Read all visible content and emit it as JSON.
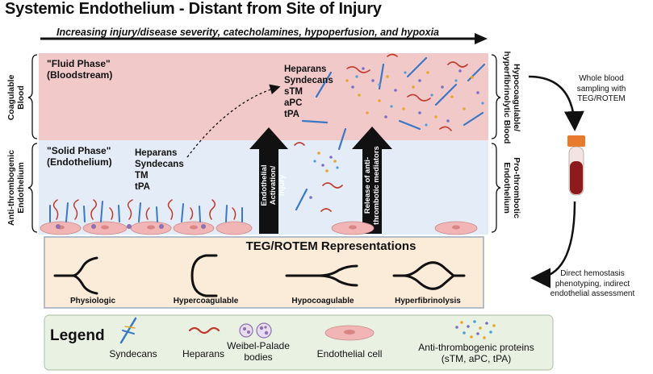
{
  "title": "Systemic Endothelium - Distant from Site of Injury",
  "severity_arrow_caption": "Increasing injury/disease severity, catecholamines, hypoperfusion, and hypoxia",
  "fluid_phase": {
    "label": "\"Fluid Phase\"\n(Bloodstream)"
  },
  "solid_phase": {
    "label": "\"Solid Phase\"\n(Endothelium)"
  },
  "endothelium_molecules": [
    "Heparans",
    "Syndecans",
    "TM",
    "tPA"
  ],
  "bloodstream_molecules": [
    "Heparans",
    "Syndecans",
    "sTM",
    "aPC",
    "tPA"
  ],
  "left_labels": {
    "coagulable_blood": "Coagulable\nBlood",
    "antithrombogenic": "Anti-thrombogenic\nEndothelium"
  },
  "right_labels": {
    "hypocoagulable": "Hypocoagulable/\nhyperfibrinolytic Blood",
    "prothrombotic": "Pro-thrombotic\nEndothelium"
  },
  "up_arrows": [
    {
      "label": "Endothelial Activation/\nInjury"
    },
    {
      "label": "Release of anti-\nthrombotic mediators"
    }
  ],
  "whole_blood_note": "Whole blood\nsampling with\nTEG/ROTEM",
  "phenotyping_note": "Direct hemostasis\nphenotyping, indirect\nendothelial assessment",
  "teg": {
    "title": "TEG/ROTEM Representations",
    "tracings": [
      "Physiologic",
      "Hypercoagulable",
      "Hypocoagulable",
      "Hyperfibrinolysis"
    ]
  },
  "legend": {
    "title": "Legend",
    "items": [
      "Syndecans",
      "Heparans",
      "Weibel-Palade\nbodies",
      "Endothelial cell",
      "Anti-thrombogenic proteins\n(sTM, aPC, tPA)"
    ]
  },
  "colors": {
    "fluid_phase_bg": "#f2c9c9",
    "solid_phase_bg": "#e3ecf7",
    "teg_box_bg": "#fbebd9",
    "legend_box_bg": "#e9f1e3",
    "syndecan": "#3b78c4",
    "heparan": "#c0392b",
    "endothelial_cell": "#f2b5b5",
    "weibel_palade": "#8f6fb0",
    "tube_cap": "#e87a2e",
    "tube_blood": "#8e1b1b"
  }
}
